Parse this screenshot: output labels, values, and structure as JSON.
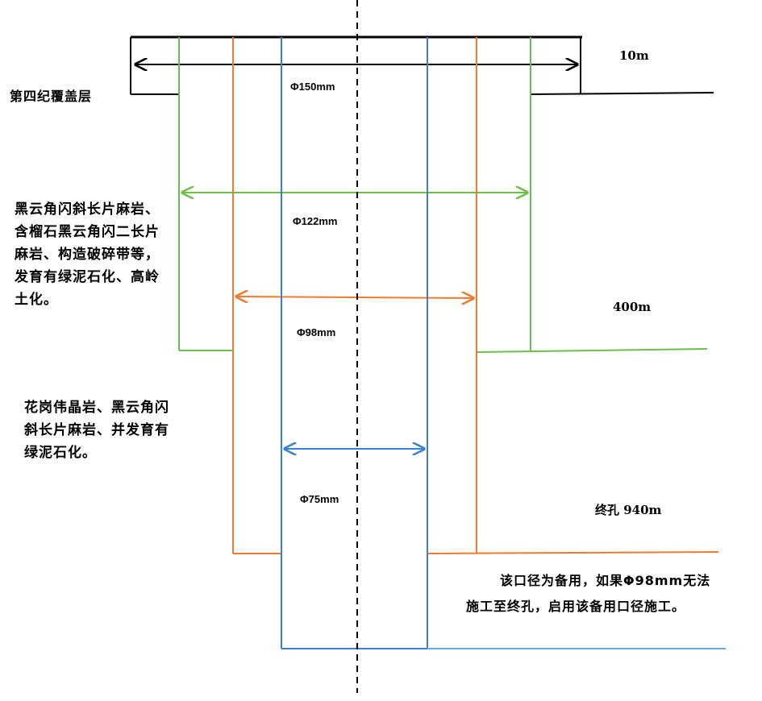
{
  "diameters": {
    "d150": "Φ150mm",
    "d122": "Φ122mm",
    "d98": "Φ98mm",
    "d75": "Φ75mm"
  },
  "depths": {
    "d10": "10m",
    "d400": "400m",
    "d940": "终孔 940m"
  },
  "strata": {
    "quaternary": "第四纪覆盖层",
    "upper_rock": "黑云角闪斜长片麻岩、含榴石黑云角闪二长片麻岩、构造破碎带等，发育有绿泥石化、高岭土化。",
    "lower_rock": "花岗伟晶岩、黑云角闪斜长片麻岩、并发育有绿泥石化。"
  },
  "note": "该口径为备用，如果Φ98mm无法施工至终孔，启用该备用口径施工。",
  "colors": {
    "casing_150": "#000000",
    "casing_122": "#6cbf4a",
    "casing_98": "#ef7a30",
    "casing_75": "#3b7fd0"
  }
}
